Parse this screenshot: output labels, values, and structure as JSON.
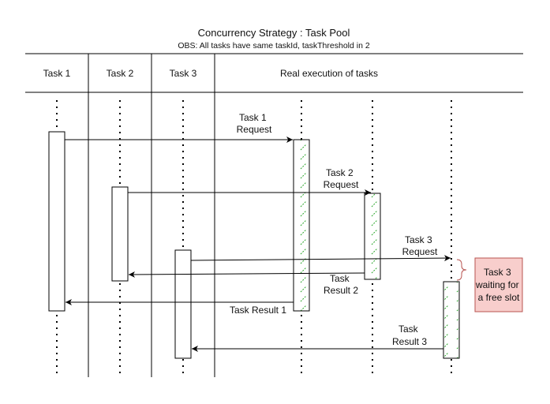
{
  "title": "Concurrency Strategy : Task Pool",
  "subtitle": "OBS: All tasks have same taskId, taskThreshold in 2",
  "columns": [
    {
      "label": "Task 1"
    },
    {
      "label": "Task 2"
    },
    {
      "label": "Task 3"
    },
    {
      "label": "Real execution of tasks"
    }
  ],
  "messages": [
    {
      "lines": [
        "Task 1",
        "Request"
      ]
    },
    {
      "lines": [
        "Task 2",
        "Request"
      ]
    },
    {
      "lines": [
        "Task 3",
        "Request"
      ]
    },
    {
      "lines": [
        "Task",
        "Result 2"
      ]
    },
    {
      "lines": [
        "Task Result 1"
      ]
    },
    {
      "lines": [
        "Task",
        "Result 3"
      ]
    }
  ],
  "note": {
    "lines": [
      "Task 3",
      "waiting for",
      "a free slot"
    ],
    "fill": "#f8cecc",
    "stroke": "#b85450"
  },
  "colors": {
    "line": "#000000",
    "brace": "#b85450",
    "hatch": "#2ea82e"
  }
}
